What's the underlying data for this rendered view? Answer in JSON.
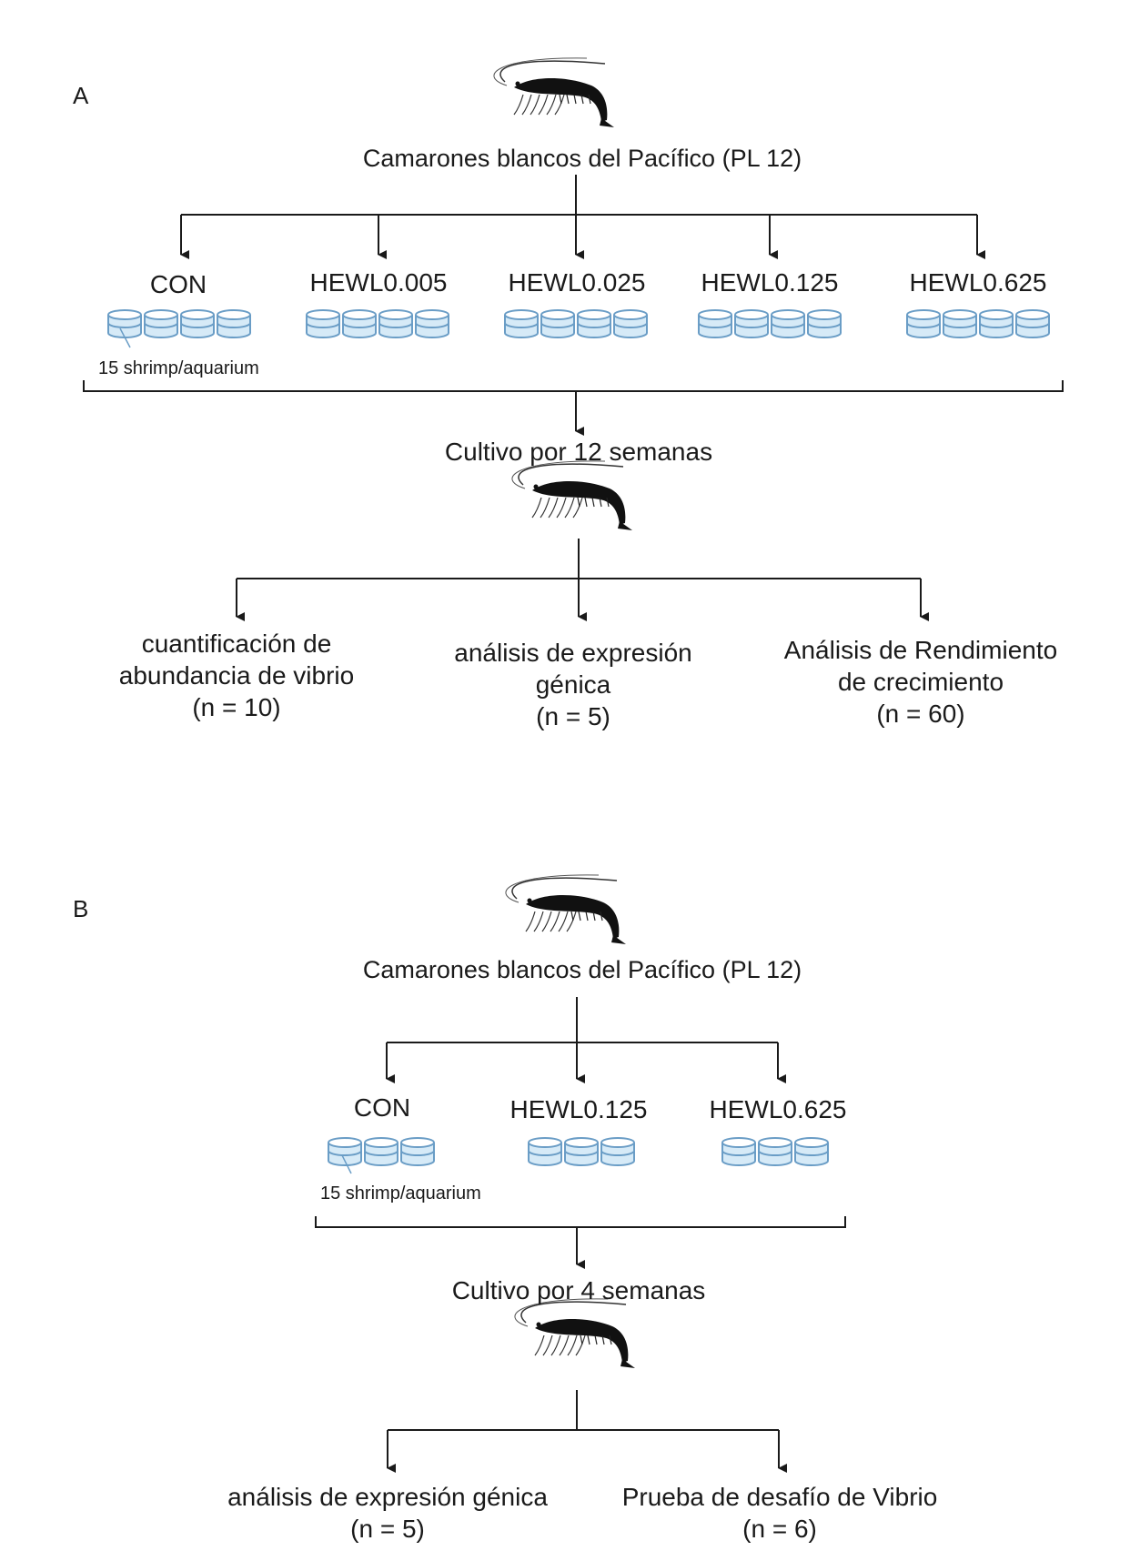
{
  "panel_a": {
    "label": "A",
    "title": "Camarones blancos del Pacífico (PL 12)",
    "groups": [
      "CON",
      "HEWL0.005",
      "HEWL0.025",
      "HEWL0.125",
      "HEWL0.625"
    ],
    "aquarium_note": "15 shrimp/aquarium",
    "stage": "Cultivo por 12 semanas",
    "outcomes": [
      {
        "line1": "cuantificación de",
        "line2": "abundancia de vibrio",
        "n": "(n = 10)"
      },
      {
        "line1": "análisis de expresión",
        "line2": "génica",
        "n": "(n = 5)"
      },
      {
        "line1": "Análisis de Rendimiento",
        "line2": "de crecimiento",
        "n": "(n = 60)"
      }
    ]
  },
  "panel_b": {
    "label": "B",
    "title": "Camarones blancos del Pacífico (PL 12)",
    "groups": [
      "CON",
      "HEWL0.125",
      "HEWL0.625"
    ],
    "aquarium_note": "15 shrimp/aquarium",
    "stage": "Cultivo por 4 semanas",
    "outcomes": [
      {
        "line1": "análisis de expresión génica",
        "n": "(n = 5)"
      },
      {
        "line1": "Prueba de desafío de Vibrio",
        "n": "(n = 6)"
      }
    ]
  },
  "colors": {
    "line": "#1a1a1a",
    "aquarium_fill": "#d6eaf7",
    "aquarium_stroke": "#6a9dc6",
    "shrimp": "#111111"
  },
  "icons": [
    "shrimp-icon",
    "aquarium-icon",
    "arrow-down-icon"
  ]
}
